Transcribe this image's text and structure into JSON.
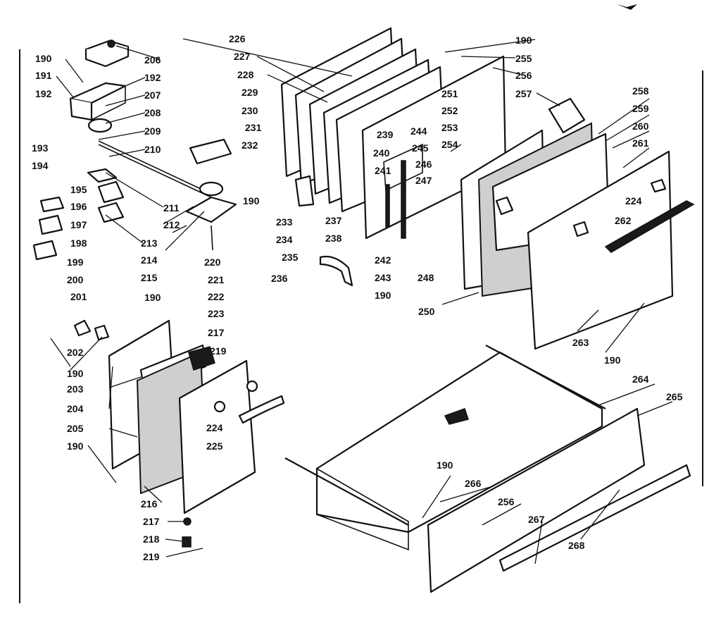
{
  "diagram": {
    "type": "exploded-parts-view",
    "part_numbers": {
      "p190": "190",
      "p191": "191",
      "p192": "192",
      "p193": "193",
      "p194": "194",
      "p195": "195",
      "p196": "196",
      "p197": "197",
      "p198": "198",
      "p199": "199",
      "p200": "200",
      "p201": "201",
      "p202": "202",
      "p203": "203",
      "p204": "204",
      "p205": "205",
      "p206": "206",
      "p207": "207",
      "p208": "208",
      "p209": "209",
      "p210": "210",
      "p211": "211",
      "p212": "212",
      "p213": "213",
      "p214": "214",
      "p215": "215",
      "p216": "216",
      "p217": "217",
      "p218": "218",
      "p219": "219",
      "p220": "220",
      "p221": "221",
      "p222": "222",
      "p223": "223",
      "p224": "224",
      "p225": "225",
      "p226": "226",
      "p227": "227",
      "p228": "228",
      "p229": "229",
      "p230": "230",
      "p231": "231",
      "p232": "232",
      "p233": "233",
      "p234": "234",
      "p235": "235",
      "p236": "236",
      "p237": "237",
      "p238": "238",
      "p239": "239",
      "p240": "240",
      "p241": "241",
      "p242": "242",
      "p243": "243",
      "p244": "244",
      "p245": "245",
      "p246": "246",
      "p247": "247",
      "p248": "248",
      "p250": "250",
      "p251": "251",
      "p252": "252",
      "p253": "253",
      "p254": "254",
      "p255": "255",
      "p256": "256",
      "p257": "257",
      "p258": "258",
      "p259": "259",
      "p260": "260",
      "p261": "261",
      "p262": "262",
      "p263": "263",
      "p264": "264",
      "p265": "265",
      "p266": "266",
      "p267": "267",
      "p268": "268"
    }
  }
}
